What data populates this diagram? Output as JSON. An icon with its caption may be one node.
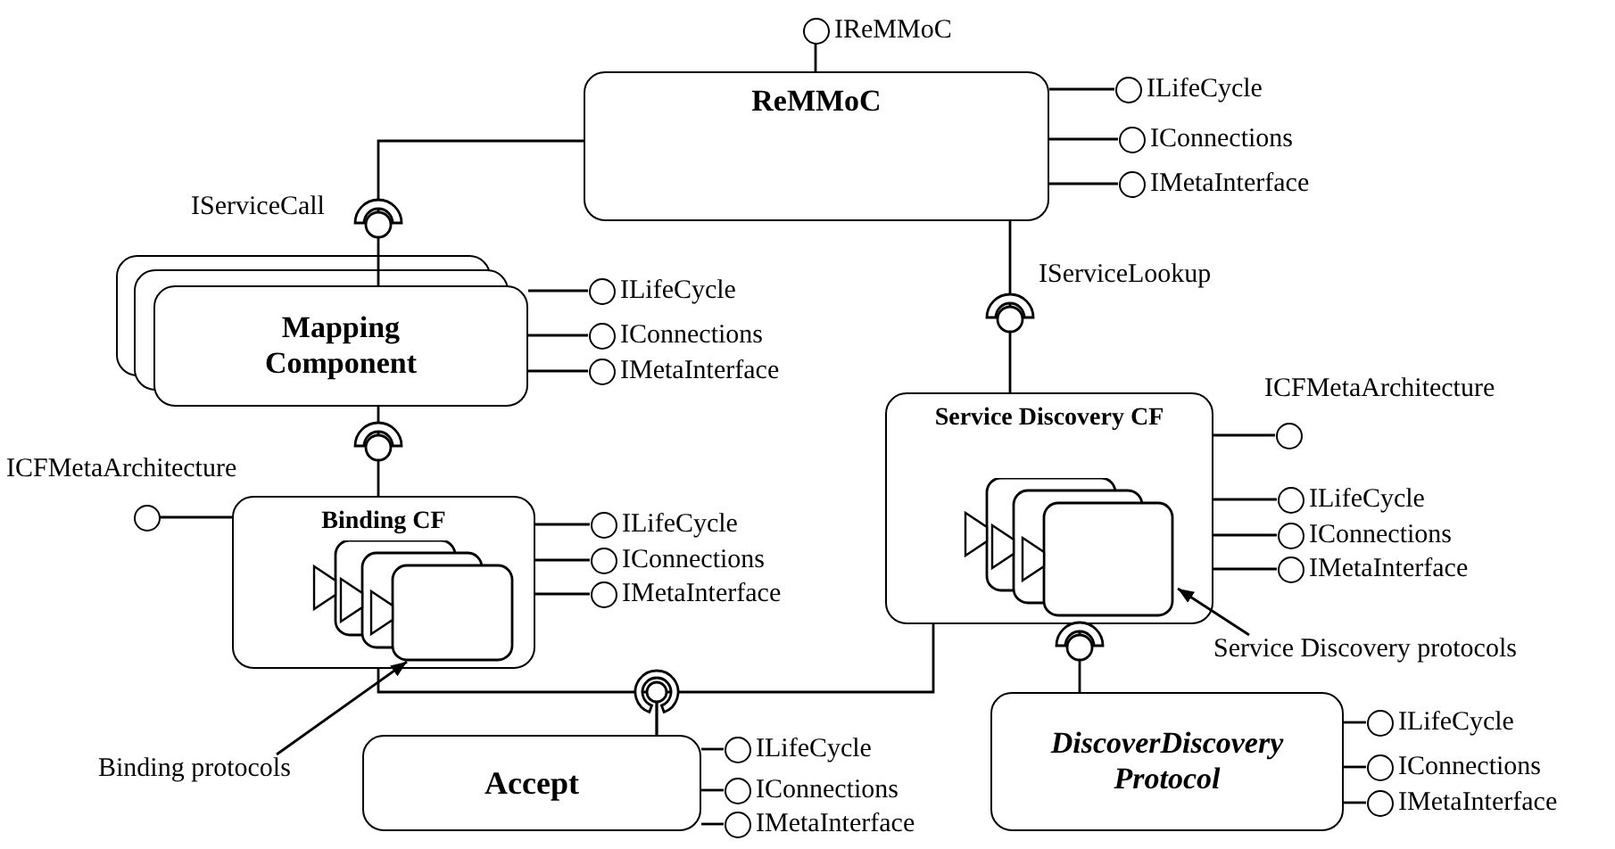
{
  "diagram": {
    "nodes": [
      {
        "text": [
          "IReMMoC"
        ]
      },
      {
        "text": [
          "ReMMoC"
        ]
      },
      {
        "text": [
          "ILifeCycle"
        ]
      },
      {
        "text": [
          "IConnections"
        ]
      },
      {
        "text": [
          "IMetaInterface"
        ]
      },
      {
        "text": [
          "Mapping Component"
        ]
      },
      {
        "text": [
          "ILifeCycle"
        ]
      },
      {
        "text": [
          "IConnections"
        ]
      },
      {
        "text": [
          "IMetaInterface"
        ]
      },
      {
        "text": [
          "ICFMetaArchitecture"
        ]
      },
      {
        "text": [
          "Binding CF"
        ]
      },
      {
        "text": [],
        "shape": "box",
        "in": 10
      },
      {
        "text": [
          "ILifeCycle"
        ]
      },
      {
        "text": [
          "IConnections"
        ]
      },
      {
        "text": [
          "IMetaInterface"
        ]
      },
      {
        "text": [
          "Service Discovery CF"
        ]
      },
      {
        "text": [],
        "shape": "box",
        "in": 15
      },
      {
        "text": [
          "ICFMetaArchitecture"
        ]
      },
      {
        "text": [
          "ILifeCycle"
        ]
      },
      {
        "text": [
          "IConnections"
        ]
      },
      {
        "text": [
          "IMetaInterface"
        ]
      },
      {
        "text": [
          "Service Discovery protocols"
        ]
      },
      {
        "text": [
          "Binding protocols"
        ]
      },
      {
        "text": [
          "Accept"
        ]
      },
      {
        "text": [
          "ILifeCycle"
        ]
      },
      {
        "text": [
          "IConnections"
        ]
      },
      {
        "text": [
          "IMetaInterface"
        ]
      },
      {
        "text": [
          "DiscoverDiscovery Protocol"
        ]
      },
      {
        "text": [
          "ILifeCycle"
        ]
      },
      {
        "text": [
          "IConnections"
        ]
      },
      {
        "text": [
          "IMetaInterface"
        ]
      }
    ],
    "edges": [
      {
        "from": 1,
        "to": 0,
        "arrow": "none"
      },
      {
        "from": 1,
        "to": 2,
        "arrow": "none"
      },
      {
        "from": 1,
        "to": 3,
        "arrow": "none"
      },
      {
        "from": 1,
        "to": 4,
        "arrow": "none"
      },
      {
        "from": 5,
        "to": 1,
        "arrow": "none",
        "label": "IServiceCall"
      },
      {
        "from": 5,
        "to": 6,
        "arrow": "none"
      },
      {
        "from": 5,
        "to": 7,
        "arrow": "none"
      },
      {
        "from": 5,
        "to": 8,
        "arrow": "none"
      },
      {
        "from": 10,
        "to": 5,
        "arrow": "none"
      },
      {
        "from": 9,
        "to": 10,
        "arrow": "none"
      },
      {
        "from": 10,
        "to": 12,
        "arrow": "none"
      },
      {
        "from": 10,
        "to": 13,
        "arrow": "none"
      },
      {
        "from": 10,
        "to": 14,
        "arrow": "none"
      },
      {
        "from": 22,
        "to": 11,
        "arrow": "to"
      },
      {
        "from": 15,
        "to": 1,
        "arrow": "none",
        "label": "IServiceLookup"
      },
      {
        "from": 15,
        "to": 17,
        "arrow": "none"
      },
      {
        "from": 15,
        "to": 18,
        "arrow": "none"
      },
      {
        "from": 15,
        "to": 19,
        "arrow": "none"
      },
      {
        "from": 15,
        "to": 20,
        "arrow": "none"
      },
      {
        "from": 21,
        "to": 16,
        "arrow": "to"
      },
      {
        "from": 23,
        "to": 10,
        "arrow": "none"
      },
      {
        "from": 23,
        "to": 15,
        "arrow": "none"
      },
      {
        "from": 23,
        "to": 24,
        "arrow": "none"
      },
      {
        "from": 23,
        "to": 25,
        "arrow": "none"
      },
      {
        "from": 23,
        "to": 26,
        "arrow": "none"
      },
      {
        "from": 27,
        "to": 15,
        "arrow": "none"
      },
      {
        "from": 27,
        "to": 28,
        "arrow": "none"
      },
      {
        "from": 27,
        "to": 29,
        "arrow": "none"
      },
      {
        "from": 27,
        "to": 30,
        "arrow": "none"
      }
    ]
  }
}
